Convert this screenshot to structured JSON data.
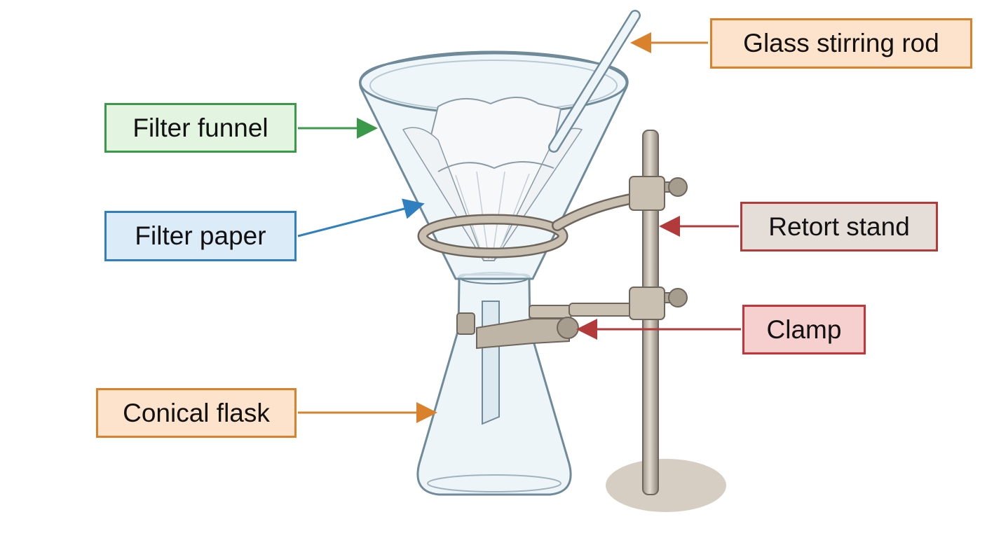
{
  "labels": {
    "glass_stirring_rod": {
      "text": "Glass stirring rod",
      "color": "#d9822b",
      "fill": "#fde3cc"
    },
    "filter_funnel": {
      "text": "Filter funnel",
      "color": "#3a9a4a",
      "fill": "#e3f4e1"
    },
    "filter_paper": {
      "text": "Filter paper",
      "color": "#2f7fc1",
      "fill": "#dcebf8"
    },
    "retort_stand": {
      "text": "Retort stand",
      "color": "#b23a3a",
      "fill": "#e5ded8"
    },
    "clamp": {
      "text": "Clamp",
      "color": "#c8333a",
      "fill": "#f6cfcf"
    },
    "conical_flask": {
      "text": "Conical flask",
      "color": "#d9822b",
      "fill": "#fde3cc"
    }
  },
  "colors": {
    "glass": "#eaf3f8",
    "glass_outline": "#6f8a99",
    "metal": "#c9c0b2",
    "metal_outline": "#6e665c",
    "stand_base": "#cfc6b8"
  }
}
